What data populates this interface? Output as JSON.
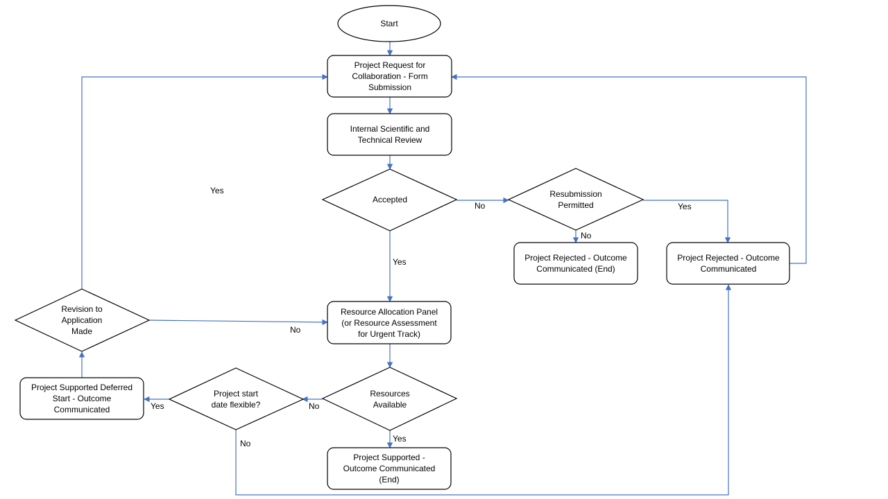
{
  "nodes": {
    "start": [
      "Start"
    ],
    "request": [
      "Project Request for",
      "Collaboration - Form",
      "Submission"
    ],
    "review": [
      "Internal Scientific and",
      "Technical Review"
    ],
    "accepted": [
      "Accepted"
    ],
    "resubmission": [
      "Resubmission",
      "Permitted"
    ],
    "rejected_end": [
      "Project Rejected -  Outcome",
      "Communicated (End)"
    ],
    "rejected": [
      "Project Rejected - Outcome",
      "Communicated"
    ],
    "revision": [
      "Revision to",
      "Application",
      "Made"
    ],
    "allocation": [
      "Resource Allocation Panel",
      "(or Resource Assessment",
      "for Urgent Track)"
    ],
    "deferred": [
      "Project Supported Deferred",
      "Start - Outcome",
      "Communicated"
    ],
    "flexible": [
      "Project start",
      "date flexible?"
    ],
    "resources": [
      "Resources",
      "Available"
    ],
    "supported": [
      "Project Supported -",
      "Outcome Communicated",
      "(End)"
    ]
  },
  "edge_labels": {
    "yes_revision": "Yes",
    "no_accepted": "No",
    "yes_resubmission": "Yes",
    "no_resubmission": "No",
    "yes_accepted": "Yes",
    "no_revision": "No",
    "yes_flexible": "Yes",
    "no_resources": "No",
    "yes_resources": "Yes",
    "no_flexible": "No"
  },
  "colors": {
    "connector": "#4472c4",
    "shape_stroke": "#000000",
    "background": "#ffffff"
  }
}
